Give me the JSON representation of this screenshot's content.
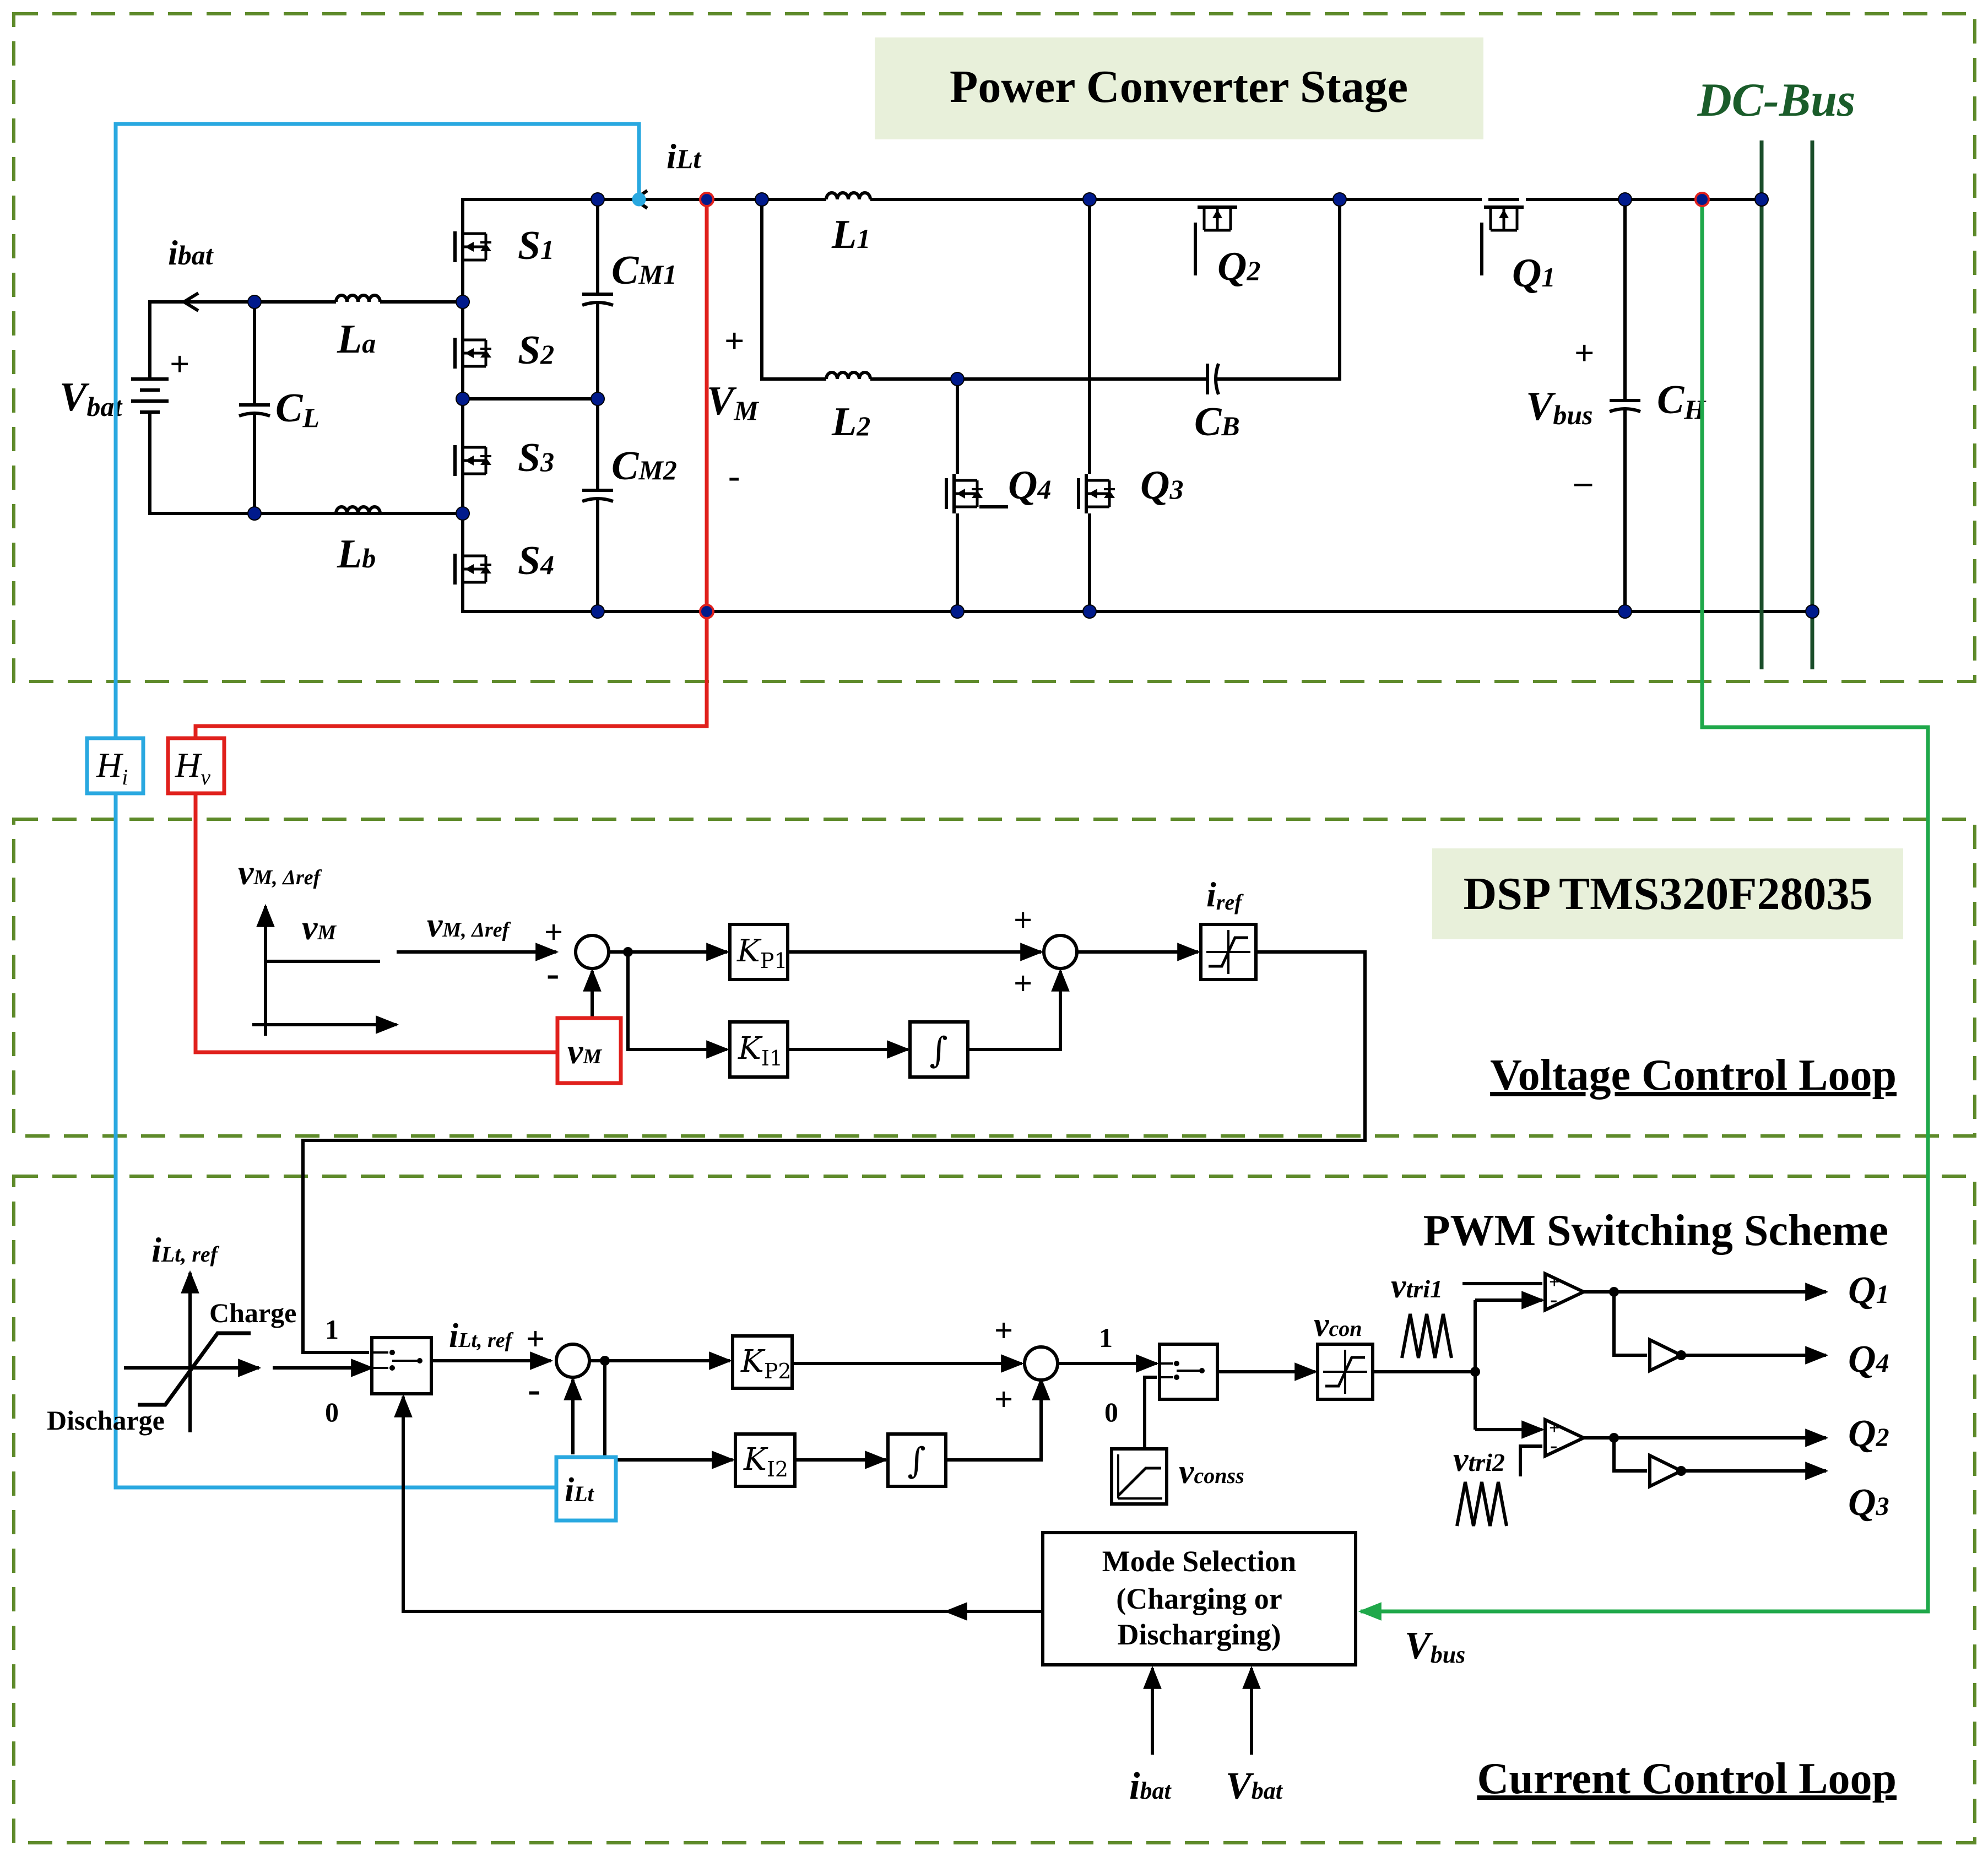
{
  "colors": {
    "section_border": "#5e8a2a",
    "title_bg": "#e8f0da",
    "blue_signal": "#29a8e0",
    "red_signal": "#e0201c",
    "green_signal": "#1fa84a",
    "node_dot": "#001a8c",
    "dc_bus_text": "#1a5c2a"
  },
  "sections": {
    "power_title": "Power Converter Stage",
    "dsp_title": "DSP TMS320F28035",
    "voltage_loop_title": "Voltage Control Loop",
    "current_loop_title": "Current Control Loop",
    "pwm_title": "PWM Switching Scheme",
    "dc_bus": "DC-Bus"
  },
  "power": {
    "i_bat": {
      "main": "i",
      "sub": "bat"
    },
    "v_bat": {
      "main": "V",
      "sub": "bat"
    },
    "c_l": {
      "main": "C",
      "sub": "L"
    },
    "l_a": {
      "main": "L",
      "sub": "a"
    },
    "l_b": {
      "main": "L",
      "sub": "b"
    },
    "s1": {
      "main": "S",
      "sub": "1"
    },
    "s2": {
      "main": "S",
      "sub": "2"
    },
    "s3": {
      "main": "S",
      "sub": "3"
    },
    "s4": {
      "main": "S",
      "sub": "4"
    },
    "c_m1": {
      "main": "C",
      "sub": "M1"
    },
    "c_m2": {
      "main": "C",
      "sub": "M2"
    },
    "i_lt": {
      "main": "i",
      "sub": "Lt"
    },
    "v_m": {
      "main": "V",
      "sub": "M"
    },
    "l1": {
      "main": "L",
      "sub": "1"
    },
    "l2": {
      "main": "L",
      "sub": "2"
    },
    "q1": {
      "main": "Q",
      "sub": "1"
    },
    "q2": {
      "main": "Q",
      "sub": "2"
    },
    "q3": {
      "main": "Q",
      "sub": "3"
    },
    "q4": {
      "main": "Q",
      "sub": "4"
    },
    "c_b": {
      "main": "C",
      "sub": "B"
    },
    "v_bus": {
      "main": "V",
      "sub": "bus"
    },
    "c_h": {
      "main": "C",
      "sub": "H"
    },
    "plus": "+",
    "minus": "-",
    "minus_long": "–"
  },
  "sensors": {
    "h_i": {
      "main": "H",
      "sub": "i"
    },
    "h_v": {
      "main": "H",
      "sub": "v"
    }
  },
  "voltage_loop": {
    "axis_label": {
      "main": "v",
      "sub": "M, Δref"
    },
    "step_low": {
      "main": "v",
      "sub": "M"
    },
    "step_high": {
      "main": "v",
      "sub": "M, Δref"
    },
    "feedback": {
      "main": "v",
      "sub": "M"
    },
    "kp1": {
      "main": "K",
      "sub": "P1"
    },
    "ki1": {
      "main": "K",
      "sub": "I1"
    },
    "integral": "∫",
    "i_ref": {
      "main": "i",
      "sub": "ref"
    },
    "plus": "+",
    "minus": "-"
  },
  "current_loop": {
    "axis_label": {
      "main": "i",
      "sub": "Lt, ref"
    },
    "charge": "Charge",
    "discharge": "Discharge",
    "switch_one": "1",
    "switch_zero": "0",
    "i_lt_ref": {
      "main": "i",
      "sub": "Lt, ref"
    },
    "feedback": {
      "main": "i",
      "sub": "Lt"
    },
    "kp2": {
      "main": "K",
      "sub": "P2"
    },
    "ki2": {
      "main": "K",
      "sub": "I2"
    },
    "integral": "∫",
    "sel_one": "1",
    "sel_zero": "0",
    "v_conss": {
      "main": "v",
      "sub": "conss"
    },
    "v_con": {
      "main": "v",
      "sub": "con"
    },
    "v_tri1": {
      "main": "v",
      "sub": "tri1"
    },
    "v_tri2": {
      "main": "v",
      "sub": "tri2"
    },
    "out_q1": {
      "main": "Q",
      "sub": "1"
    },
    "out_q4": {
      "main": "Q",
      "sub": "4"
    },
    "out_q2": {
      "main": "Q",
      "sub": "2"
    },
    "out_q3": {
      "main": "Q",
      "sub": "3"
    },
    "mode_line1": "Mode Selection",
    "mode_line2": "(Charging or",
    "mode_line3": "Discharging)",
    "v_bus_in": {
      "main": "V",
      "sub": "bus"
    },
    "i_bat_in": {
      "main": "i",
      "sub": "bat"
    },
    "v_bat_in": {
      "main": "V",
      "sub": "bat"
    },
    "plus": "+",
    "minus": "-"
  }
}
